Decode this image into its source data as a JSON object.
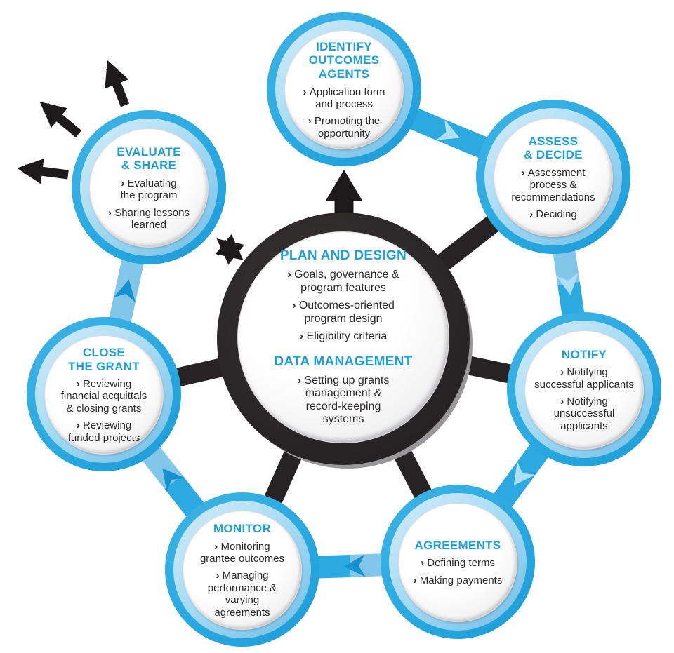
{
  "colors": {
    "accent_blue": "#29a9e0",
    "accent_blue_light": "#8fcbec",
    "chevron_light": "#aedff6",
    "chevron_dark": "#1691cf",
    "heading_blue": "#1f9fda",
    "dark_ring": "#272223",
    "body_text": "#2b2829"
  },
  "center": {
    "sections": [
      {
        "heading": "PLAN AND DESIGN",
        "bullets": [
          "Goals, governance &\nprogram features",
          "Outcomes-oriented\nprogram design",
          "Eligibility criteria"
        ]
      },
      {
        "heading": "DATA MANAGEMENT",
        "bullets": [
          "Setting up grants\nmanagement &\nrecord-keeping\nsystems"
        ]
      }
    ]
  },
  "stages": [
    {
      "id": "identify",
      "heading": "IDENTIFY\nOUTCOMES\nAGENTS",
      "bullets": [
        "Application form\nand process",
        "Promoting the\nopportunity"
      ]
    },
    {
      "id": "assess",
      "heading": "ASSESS\n& DECIDE",
      "bullets": [
        "Assessment\nprocess &\nrecommendations",
        "Deciding"
      ]
    },
    {
      "id": "notify",
      "heading": "NOTIFY",
      "bullets": [
        "Notifying\nsuccessful applicants",
        "Notifying\nunsuccessful\napplicants"
      ]
    },
    {
      "id": "agreements",
      "heading": "AGREEMENTS",
      "bullets": [
        "Defining terms",
        "Making payments"
      ]
    },
    {
      "id": "monitor",
      "heading": "MONITOR",
      "bullets": [
        "Monitoring\ngrantee outcomes",
        "Managing\nperformance &\nvarying\nagreements"
      ]
    },
    {
      "id": "close",
      "heading": "CLOSE\nTHE GRANT",
      "bullets": [
        "Reviewing\nfinancial acquittals\n& closing grants",
        "Reviewing\nfunded projects"
      ]
    },
    {
      "id": "evaluate",
      "heading": "EVALUATE\n& SHARE",
      "bullets": [
        "Evaluating\nthe program",
        "Sharing lessons\nlearned"
      ]
    }
  ]
}
